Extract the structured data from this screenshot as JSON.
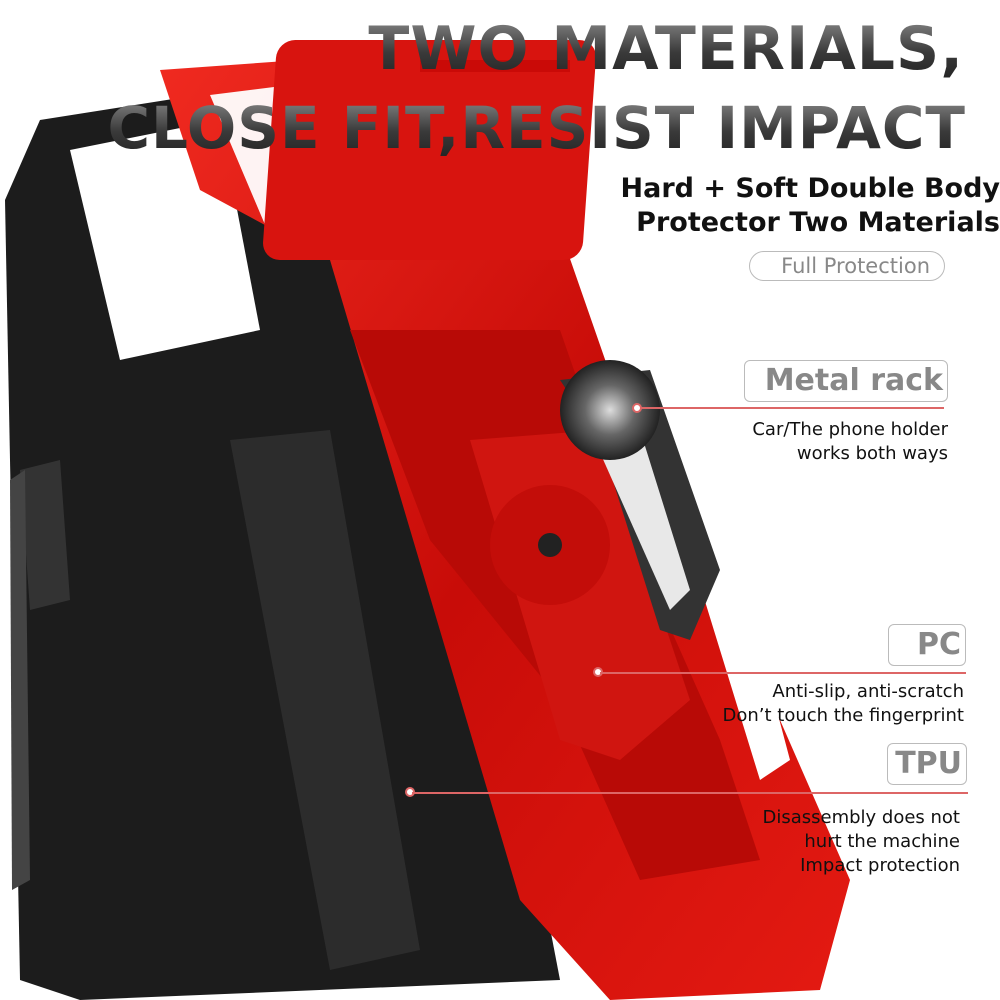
{
  "headline": {
    "line1": "TWO MATERIALS,",
    "line2": "CLOSE FIT,RESIST IMPACT"
  },
  "subtitle": {
    "line1": "Hard + Soft Double Body",
    "line2": "Protector Two Materials"
  },
  "badge": "Full Protection",
  "features": [
    {
      "tag": "Metal rack",
      "lines": [
        "Car/The phone holder",
        "works both ways"
      ]
    },
    {
      "tag": "PC",
      "lines": [
        "Anti-slip, anti-scratch",
        "Don’t touch the fingerprint"
      ]
    },
    {
      "tag": "TPU",
      "lines": [
        "Disassembly does not",
        "hurt the machine",
        "Impact protection"
      ]
    }
  ],
  "colors": {
    "case_red": "#d8140f",
    "case_black": "#1c1c1c",
    "callout_line": "#d66666",
    "tag_text": "#888888"
  }
}
